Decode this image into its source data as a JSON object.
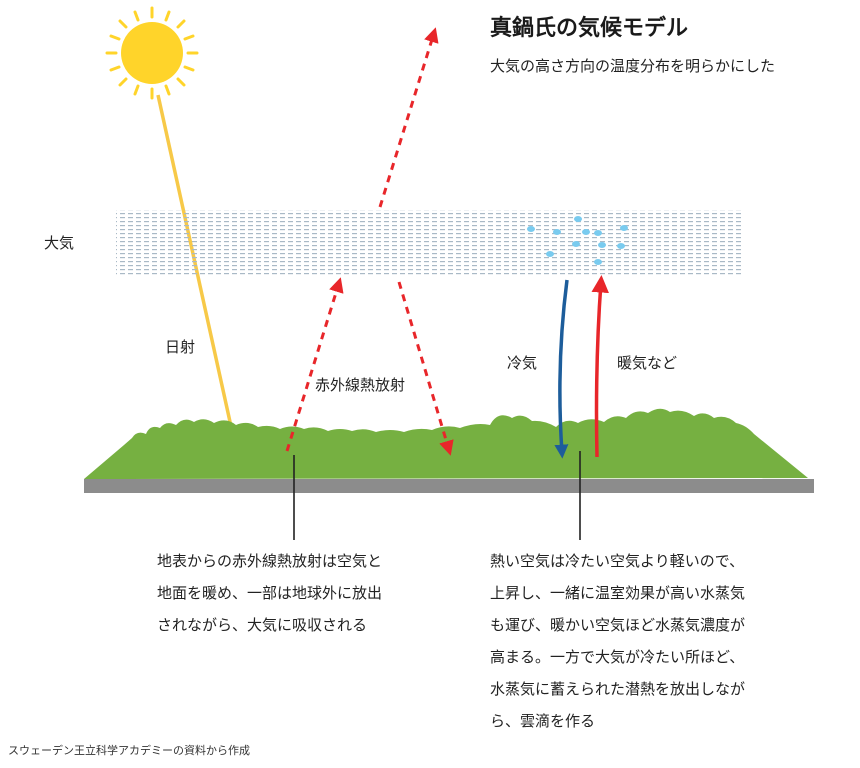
{
  "title": "真鍋氏の気候モデル",
  "subtitle": "大気の高さ方向の温度分布を明らかにした",
  "labels": {
    "atmosphere": "大気",
    "sunlight": "日射",
    "infrared": "赤外線熱放射",
    "cool_air": "冷気",
    "warm_air": "暖気など"
  },
  "notes": {
    "left": [
      "地表からの赤外線熱放射は空気と",
      "地面を暖め、一部は地球外に放出",
      "されながら、大気に吸収される"
    ],
    "right": [
      "熱い空気は冷たい空気より軽いので、",
      "上昇し、一緒に温室効果が高い水蒸気",
      "も運び、暖かい空気ほど水蒸気濃度が",
      "高まる。一方で大気が冷たい所ほど、",
      "水蒸気に蓄えられた潜熱を放出しなが",
      "ら、雲滴を作る"
    ]
  },
  "source": "スウェーデン王立科学アカデミーの資料から作成",
  "colors": {
    "sun": "#FFD42A",
    "sun_ray": "#F7C948",
    "infrared": "#E8262A",
    "cool_arrow": "#1D5D9B",
    "warm_arrow": "#E8262A",
    "ground": "#76B041",
    "ground_base": "#8C8C8C",
    "atmosphere": "#A9B9C6",
    "droplet": "#79CBEF"
  }
}
